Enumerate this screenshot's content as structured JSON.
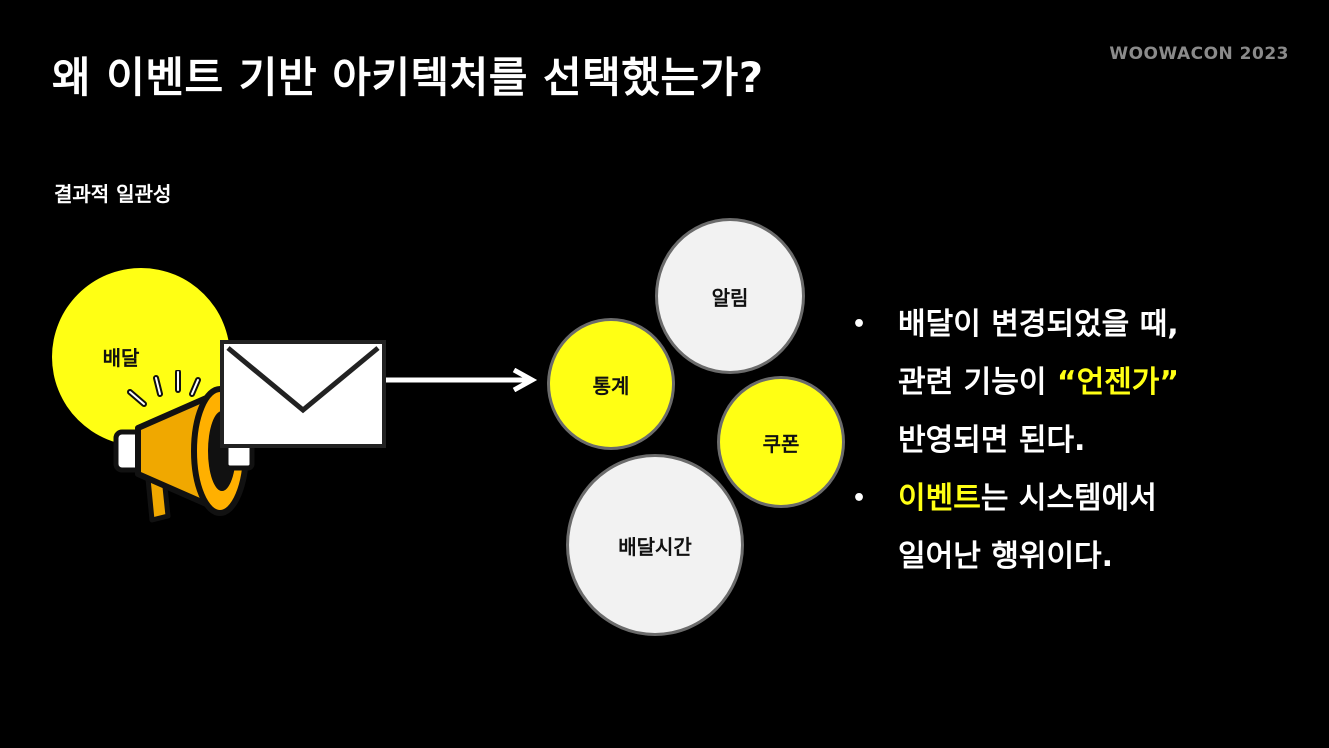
{
  "slide": {
    "title": "왜 이벤트 기반 아키텍처를 선택했는가?",
    "brand": "WOOWACON 2023",
    "subtitle": "결과적 일관성"
  },
  "diagram": {
    "source_label": "배달",
    "nodes": {
      "alert": "알림",
      "stats": "통계",
      "coupon": "쿠폰",
      "delivery_time": "배달시간"
    }
  },
  "bullets": {
    "b1_line1": "배달이 변경되었을 때,",
    "b1_line2_pre": "관련 기능이 ",
    "b1_line2_hl": "“언젠가”",
    "b1_line3": "반영되면 된다.",
    "b2_line1_hl": "이벤트",
    "b2_line1_rest": "는 시스템에서",
    "b2_line2": "일어난 행위이다.",
    "bullet_char": "•"
  },
  "colors": {
    "accent_yellow": "#ffff14",
    "background": "#000000",
    "megaphone_orange": "#f0a800",
    "node_border": "#6b6b6b"
  }
}
